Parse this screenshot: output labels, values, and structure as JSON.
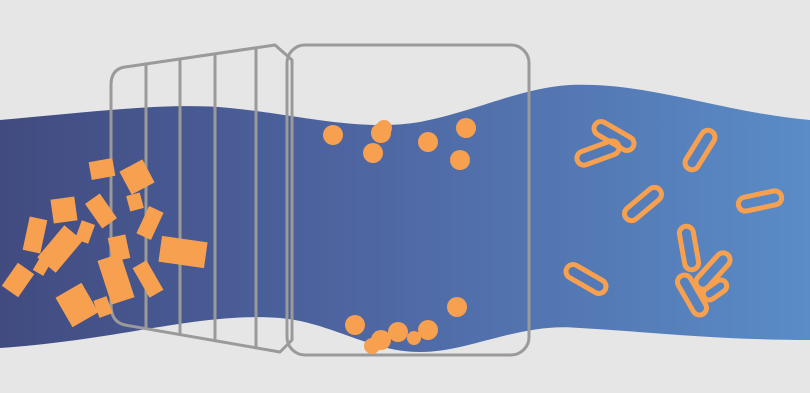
{
  "colors": {
    "background": "#e6e6e6",
    "stream_start": "#414b80",
    "stream_mid": "#4e66a2",
    "stream_end": "#5a8cc7",
    "particle": "#f7a04f",
    "frame": "#9a9a9a"
  },
  "particles": {
    "solid_blocks": 17,
    "dots_top_group": 7,
    "dots_bottom_group": 7,
    "rod_outlines": 10
  }
}
